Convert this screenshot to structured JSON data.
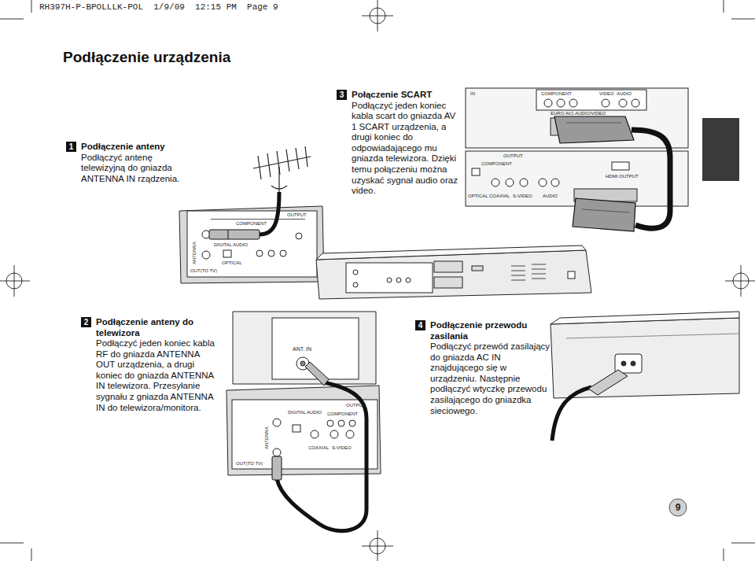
{
  "diagram": {
    "title": "Podłączenie urządzenia",
    "nodes": [
      {
        "text": [
          "1",
          "Podłączenie anteny",
          "Podłączyć antenę telewizyjną do gniazda ANTENNA IN rządzenia."
        ]
      },
      {
        "text": [
          "3",
          "Połączenie SCART",
          "Podłączyć jeden koniec kabla scart do gniazda AV 1 SCART urządzenia, a drugi koniec do odpowiadającego mu gniazda telewizora. Dzięki temu połączeniu można uzyskać sygnał audio oraz video."
        ]
      },
      {
        "text": [
          "2",
          "Podłączenie anteny do telewizora",
          "Podłączyć jeden koniec kabla RF do gniazda ANTENNA OUT urządzenia, a drugi koniec do gniazda ANTENNA IN telewizora. Przesyłanie sygnału z gniazda ANTENNA IN do telewizora/monitora."
        ]
      },
      {
        "text": [
          "4",
          "Podłączenie przewodu zasilania",
          "Podłączyć przewód zasilający do gniazda AC IN znajdującego się w urządzeniu. Następnie podłączyć wtyczkę przewodu zasilającego do gniazdka sieciowego."
        ]
      }
    ],
    "labels": [
      "RH397H-P-BPOLLLK-POL  1/9/09  12:15 PM  Page 9",
      "IN",
      "COMPONENT",
      "VIDEO",
      "AUDIO",
      "EURO AV1 AUDIO/VIDEO",
      "OUTPUT",
      "COMPONENT",
      "HDMI OUTPUT",
      "OPTICAL",
      "COAXIAL",
      "S-VIDEO",
      "AUDIO",
      "OUTPUT",
      "DIGITAL AUDIO",
      "COMPONENT",
      "ANTENNA",
      "OUT(TO TV)",
      "OPTICAL",
      "ANT. IN",
      "OUTPUT",
      "DIGITAL AUDIO",
      "COMPONENT",
      "ANTENNA",
      "OUT(TO TV)",
      "COAXIAL",
      "S-VIDEO",
      "9"
    ]
  }
}
